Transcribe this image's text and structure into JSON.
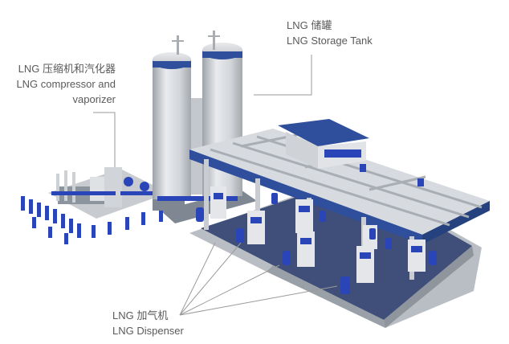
{
  "callouts": {
    "tank": {
      "line1": "LNG 储罐",
      "line2": "LNG Storage Tank"
    },
    "compressor": {
      "line1": "LNG 压缩机和汽化器",
      "line2": "LNG compressor and",
      "line3": "vaporizer"
    },
    "dispenser": {
      "line1": "LNG 加气机",
      "line2": "LNG Dispenser"
    }
  },
  "colors": {
    "canopy_blue": "#2f4f9c",
    "floor_blue": "#3f4f79",
    "tank_gray": "#c9ccd0",
    "pipe_blue": "#2a45b8",
    "leader_line": "#9a9a9a"
  }
}
